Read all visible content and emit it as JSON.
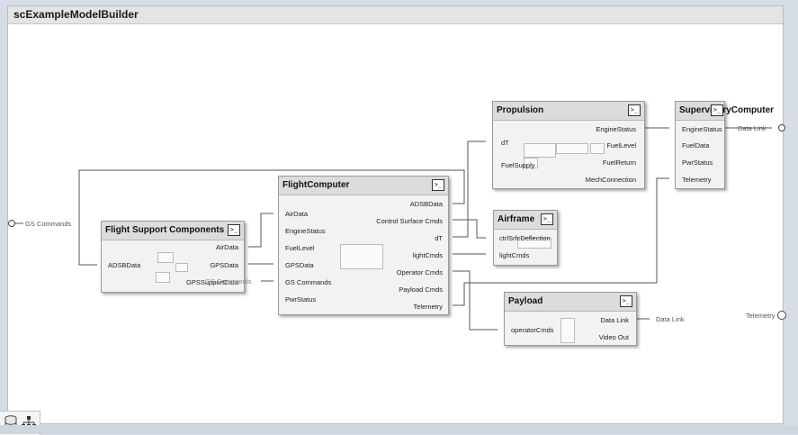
{
  "model": {
    "title": "scExampleModelBuilder"
  },
  "components": {
    "flight_support": {
      "title": "Flight Support Components",
      "ports_in": [
        "ADSBData"
      ],
      "ports_out": [
        "AirData",
        "GPSData",
        "GPSSupportData"
      ]
    },
    "flight_computer": {
      "title": "FlightComputer",
      "ports_in": [
        "AirData",
        "EngineStatus",
        "FuelLevel",
        "GPSData",
        "GS Commands",
        "PwrStatus"
      ],
      "ports_out": [
        "ADSBData",
        "Control Surface Cmds",
        "dT",
        "lightCmds",
        "Operator Cmds",
        "Payload Cmds",
        "Telemetry"
      ]
    },
    "propulsion": {
      "title": "Propulsion",
      "ports_in": [
        "dT",
        "FuelSupply"
      ],
      "ports_out": [
        "EngineStatus",
        "FuelLevel",
        "FuelReturn",
        "MechConnection"
      ]
    },
    "airframe": {
      "title": "Airframe",
      "ports_in": [
        "ctrlSrfcDeflection",
        "lightCmds"
      ]
    },
    "supervisory": {
      "title": "SupervisoryComputer",
      "ports_in": [
        "EngineStatus",
        "FuelData",
        "PwrStatus",
        "Telemetry"
      ]
    },
    "payload": {
      "title": "Payload",
      "ports_in": [
        "operatorCmds"
      ],
      "ports_out": [
        "Data Link",
        "Video Out"
      ]
    }
  },
  "external_ports": {
    "gs_commands_in": "GS Commands",
    "gs_commands_overlap": "GS Commands",
    "data_link_right": "Data Link",
    "data_link_payload": "Data Link",
    "telemetry_right": "Telemetry"
  },
  "icons": {
    "block_icon": ">_",
    "database_icon": "database-icon",
    "hierarchy_icon": "hierarchy-icon"
  },
  "colors": {
    "canvas": "#ffffff",
    "frame_bg": "#d6dde6",
    "block_fill": "#f2f2f2",
    "block_header": "#dcdcdc",
    "wire": "#555555"
  }
}
